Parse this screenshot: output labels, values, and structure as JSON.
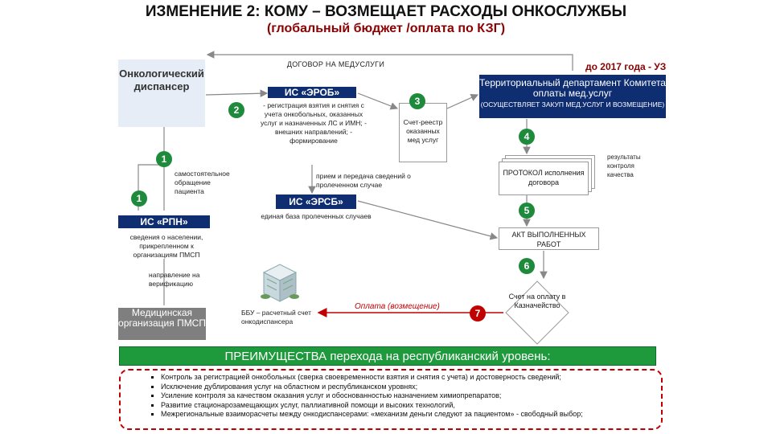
{
  "header": {
    "title": "ИЗМЕНЕНИЕ 2: КОМУ – ВОЗМЕЩАЕТ РАСХОДЫ ОНКОСЛУЖБЫ",
    "subtitle": "(глобальный бюджет /оплата по КЗГ)"
  },
  "nodes": {
    "onco": "Онкологический диспансер",
    "contract": "ДОГОВОР НА МЕДУСЛУГИ",
    "erob": "ИС «ЭРОБ»",
    "erob_desc": "- регистрация взятия и снятия с учета онкобольных, оказанных услуг и назначенных ЛС и ИМН; - внешних направлений; - формирование",
    "territory_title": "Территориальный департамент Комитета оплаты мед.услуг",
    "territory_sub": "(ОСУЩЕСТВЛЯЕТ ЗАКУП МЕД.УСЛУГ И ВОЗМЕЩЕНИЕ)",
    "do2017": "до 2017 года - УЗ",
    "reestr": "Счет-реестр оказанных мед услуг",
    "results": "результаты контроля качества",
    "protocol": "ПРОТОКОЛ исполнения договора",
    "self_ref": "самостоятельное обращение пациента",
    "priem": "прием и передача сведений о пролеченном случае",
    "erub": "ИС «ЭРСБ»",
    "erub_desc": "единая база пролеченных случаев",
    "rpn": "ИС «РПН»",
    "rpn_desc": "сведения о населении, прикрепленном к организациям ПМСП",
    "akt": "АКТ ВЫПОЛНЕННЫХ РАБОТ",
    "napr": "направление на верификацию",
    "med": "Медицинская организация ПМСП",
    "bbu": "ББУ – расчетный счет онкодиспансера",
    "oplata": "Оплата (возмещение)",
    "schet": "Счет на оплату в Казначейство"
  },
  "steps": {
    "s1a": "1",
    "s1b": "1",
    "s2": "2",
    "s3": "3",
    "s4": "4",
    "s5": "5",
    "s6": "6",
    "s7": "7"
  },
  "advantages": {
    "title": "ПРЕИМУЩЕСТВА перехода на республиканский уровень:",
    "items": [
      "Контроль за регистрацией онкобольных (сверка своевременности взятия и снятия с учета) и достоверность сведений;",
      "Исключение дублирования услуг на областном и республиканском уровнях;",
      "Усиление контроля за качеством оказания услуг и обоснованностью назначением химиопрепаратов;",
      "Развитие стационарозамещающих услуг, паллиативной помощи и высоких технологий,",
      "Межрегиональные взаиморасчеты между онкодиспансерами: «механизм деньги следуют за пациентом» - свободный выбор;"
    ]
  },
  "colors": {
    "navy": "#0f2e72",
    "green": "#1e8a3c",
    "red": "#c00000",
    "accent": "#8b0000"
  }
}
